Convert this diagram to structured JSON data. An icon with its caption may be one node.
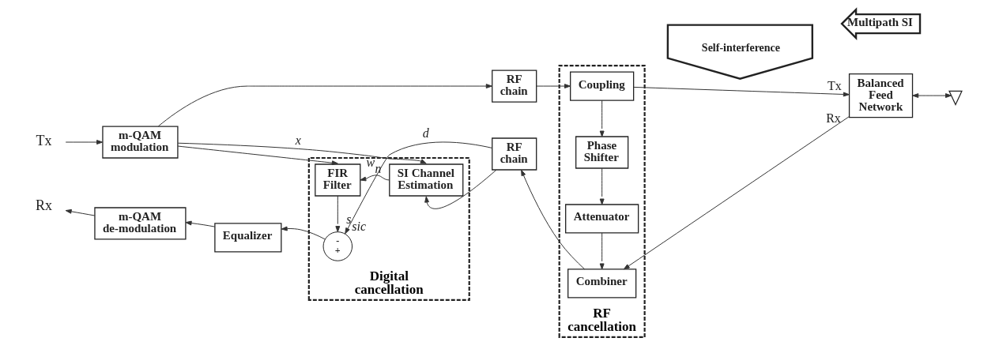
{
  "diagram": {
    "nodes": [
      {
        "text": [
          "Tx"
        ]
      },
      {
        "text": [
          "m-QAM modulation"
        ]
      },
      {
        "text": [
          "Digital cancellation"
        ]
      },
      {
        "text": [
          "FIR Filter"
        ],
        "in": 2
      },
      {
        "text": [
          "SI Channel Estimation"
        ],
        "in": 2
      },
      {
        "text": [
          "-",
          "+"
        ],
        "in": 2
      },
      {
        "text": [
          "RF chain"
        ]
      },
      {
        "text": [
          "RF cancellation"
        ]
      },
      {
        "text": [
          "Coupling"
        ],
        "in": 7
      },
      {
        "text": [
          "Phase Shifter"
        ],
        "in": 7
      },
      {
        "text": [
          "Attenuator"
        ],
        "in": 7
      },
      {
        "text": [
          "Combiner"
        ],
        "in": 7
      },
      {
        "text": [
          "Self-interference"
        ]
      },
      {
        "text": [
          "Multipath SI"
        ]
      },
      {
        "text": [
          "Balanced Feed Network"
        ]
      },
      {
        "text": [],
        "shape": "antenna"
      },
      {
        "text": [
          "RF chain"
        ]
      },
      {
        "text": [
          "Equalizer"
        ]
      },
      {
        "text": [
          "m-QAM de-modulation"
        ]
      },
      {
        "text": [
          "Rx"
        ]
      }
    ],
    "edges": [
      {
        "from": 0,
        "to": 1,
        "arrow": "to"
      },
      {
        "from": 1,
        "to": 6,
        "arrow": "to"
      },
      {
        "from": 1,
        "to": 4,
        "arrow": "to",
        "label": "x"
      },
      {
        "from": 1,
        "to": 3,
        "arrow": "to"
      },
      {
        "from": 4,
        "to": 3,
        "arrow": "to",
        "label": "w$_{n}$"
      },
      {
        "from": 3,
        "to": 5,
        "arrow": "to",
        "label": "s$_{sic}$"
      },
      {
        "from": 6,
        "to": 8,
        "arrow": "to"
      },
      {
        "from": 8,
        "to": 9,
        "arrow": "to"
      },
      {
        "from": 9,
        "to": 10,
        "arrow": "to"
      },
      {
        "from": 10,
        "to": 11,
        "arrow": "to"
      },
      {
        "from": 8,
        "to": 14,
        "arrow": "to",
        "label": "Tx"
      },
      {
        "from": 14,
        "to": 11,
        "arrow": "to",
        "label": "Rx"
      },
      {
        "from": 14,
        "to": 15,
        "arrow": "both"
      },
      {
        "from": 11,
        "to": 16,
        "arrow": "to"
      },
      {
        "from": 16,
        "to": 5,
        "arrow": "to",
        "label": "d"
      },
      {
        "from": 16,
        "to": 4,
        "arrow": "to"
      },
      {
        "from": 5,
        "to": 17,
        "arrow": "to"
      },
      {
        "from": 17,
        "to": 18,
        "arrow": "to"
      },
      {
        "from": 18,
        "to": 19,
        "arrow": "to"
      }
    ]
  }
}
